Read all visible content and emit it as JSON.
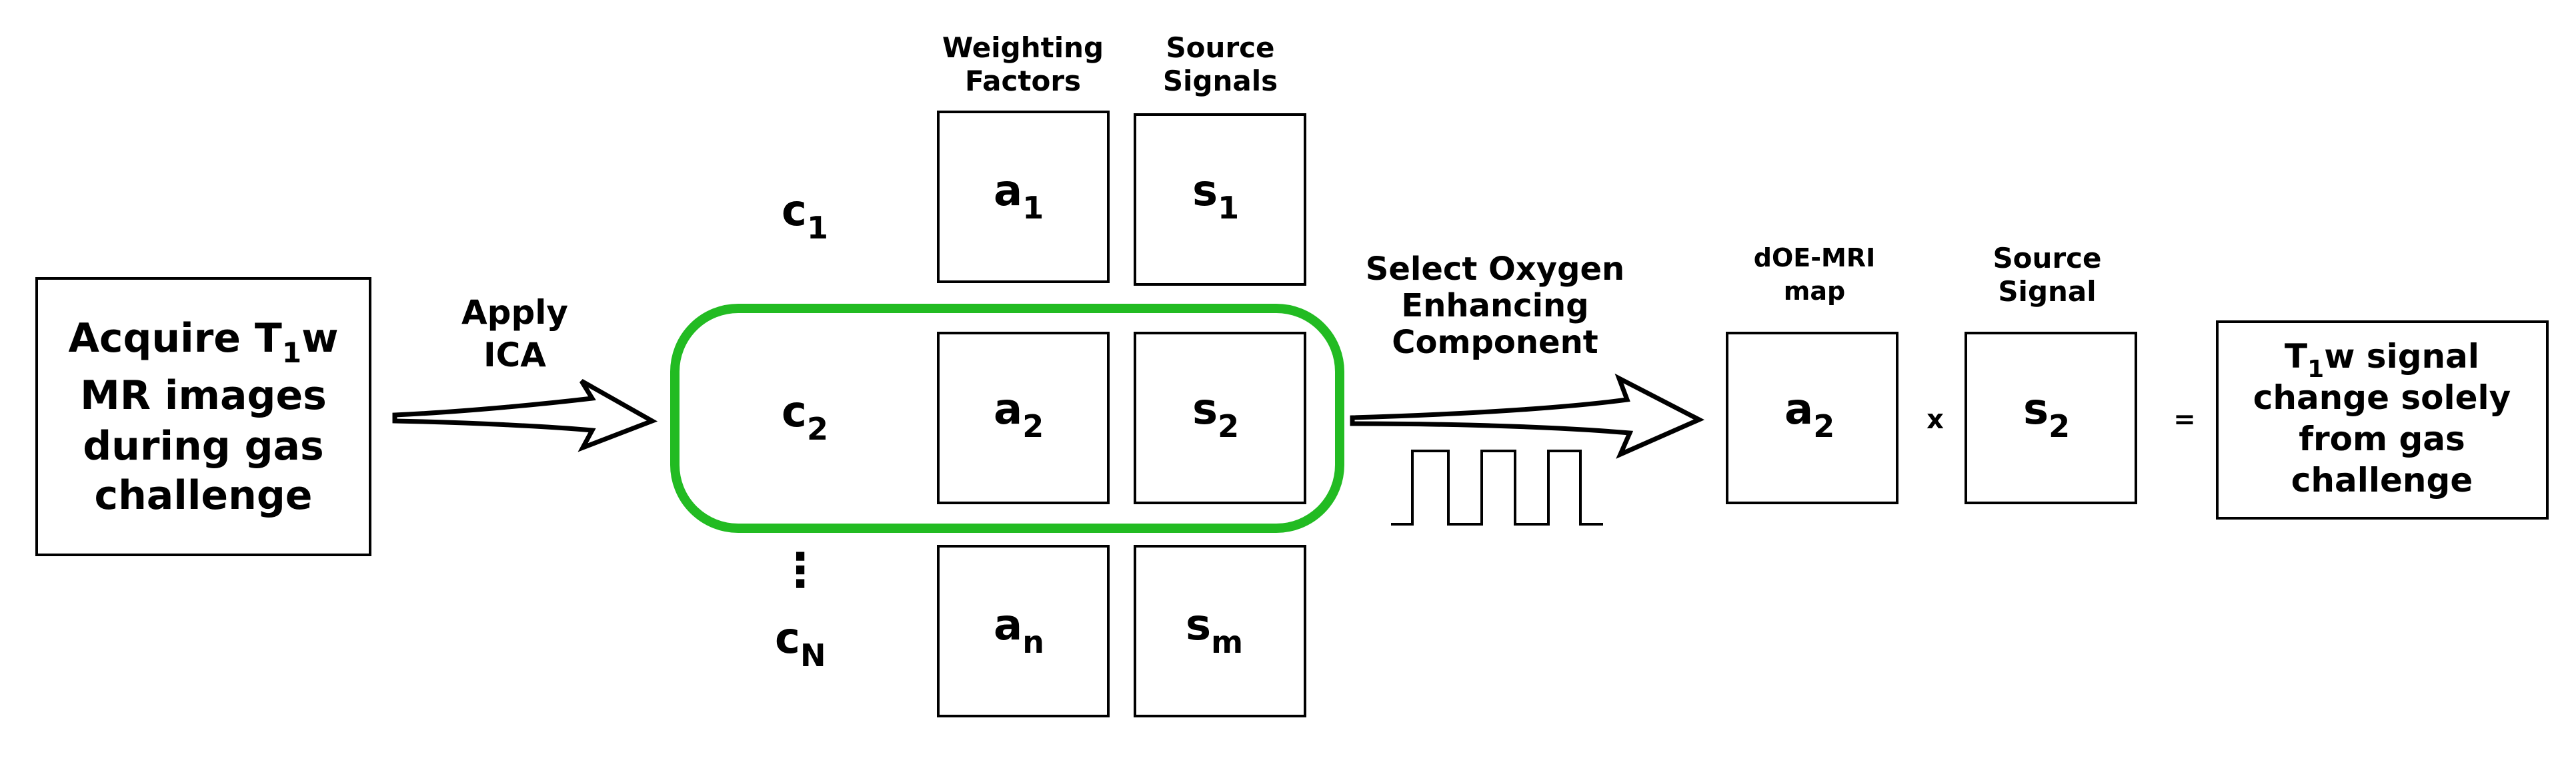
{
  "colors": {
    "accent": "#22bb22",
    "ink": "#000000"
  },
  "input_box": {
    "line1_pre": "Acquire T",
    "line1_sub": "1",
    "line1_post": "w",
    "line2": "MR images",
    "line3": "during gas",
    "line4": "challenge"
  },
  "apply_ica": {
    "line1": "Apply",
    "line2": "ICA"
  },
  "headers": {
    "weighting": {
      "line1": "Weighting",
      "line2": "Factors"
    },
    "source": {
      "line1": "Source",
      "line2": "Signals"
    }
  },
  "components": [
    {
      "c_base": "c",
      "c_sub": "1",
      "a_base": "a",
      "a_sub": "1",
      "s_base": "s",
      "s_sub": "1"
    },
    {
      "c_base": "c",
      "c_sub": "2",
      "a_base": "a",
      "a_sub": "2",
      "s_base": "s",
      "s_sub": "2"
    },
    {
      "c_base": "c",
      "c_sub": "N",
      "a_base": "a",
      "a_sub": "n",
      "s_base": "s",
      "s_sub": "m"
    }
  ],
  "ellipsis": "⋮",
  "select_label": {
    "line1": "Select Oxygen",
    "line2": "Enhancing",
    "line3": "Component"
  },
  "map_header": {
    "line1": "dOE-MRI",
    "line2": "map"
  },
  "signal_header": {
    "line1": "Source",
    "line2": "Signal"
  },
  "map_box": {
    "base": "a",
    "sub": "2"
  },
  "signal_box": {
    "base": "s",
    "sub": "2"
  },
  "times": "x",
  "equals": "=",
  "output_box": {
    "line1_pre": "T",
    "line1_sub": "1",
    "line1_post": "w signal",
    "line2": "change solely",
    "line3": "from gas",
    "line4": "challenge"
  }
}
